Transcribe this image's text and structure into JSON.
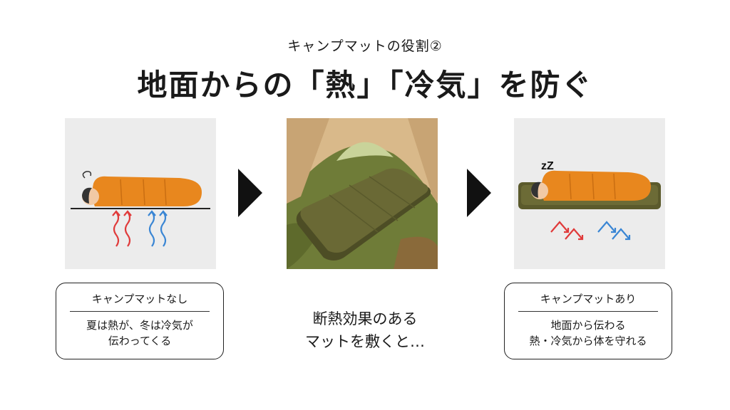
{
  "header": {
    "subtitle": "キャンプマットの役割②",
    "title": "地面からの「熱」「冷気」を防ぐ"
  },
  "left_box": {
    "heading": "キャンプマットなし",
    "line1": "夏は熱が、冬は冷気が",
    "line2": "伝わってくる"
  },
  "middle": {
    "line1": "断熱効果のある",
    "line2": "マットを敷くと…"
  },
  "right_box": {
    "heading": "キャンプマットあり",
    "line1": "地面から伝わる",
    "line2": "熱・冷気から体を守れる"
  },
  "illustration": {
    "sleep_text": "zZ"
  },
  "colors": {
    "sleeping_bag": "#e8871e",
    "mat": "#5b5a2c",
    "heat": "#e03a3a",
    "cold": "#3a86d4"
  }
}
